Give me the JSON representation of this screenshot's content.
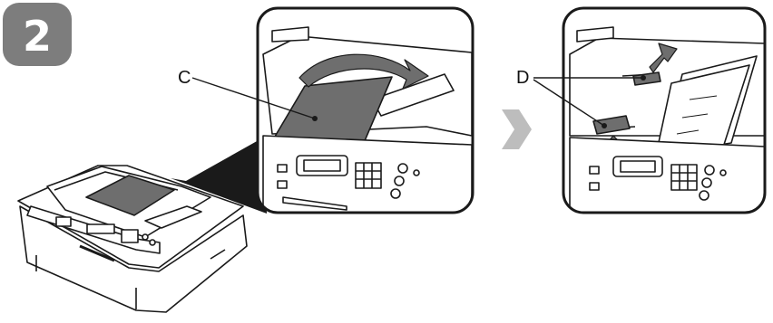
{
  "step": {
    "number": "2"
  },
  "callouts": {
    "c": "C",
    "d": "D"
  },
  "colors": {
    "badge": "#7d7d7d",
    "paper_dark": "#6e6e6e",
    "arrow_gray": "#8a8a8a",
    "next_arrow": "#bdbdbd",
    "zoom_beam": "#1a1a1a",
    "line": "#1a1a1a"
  },
  "icons": {
    "step_badge": "rounded-square-badge",
    "next_step": "chevron-right-icon",
    "open_direction": "curved-arrow-icon",
    "slide_direction": "double-arrow-icon"
  }
}
